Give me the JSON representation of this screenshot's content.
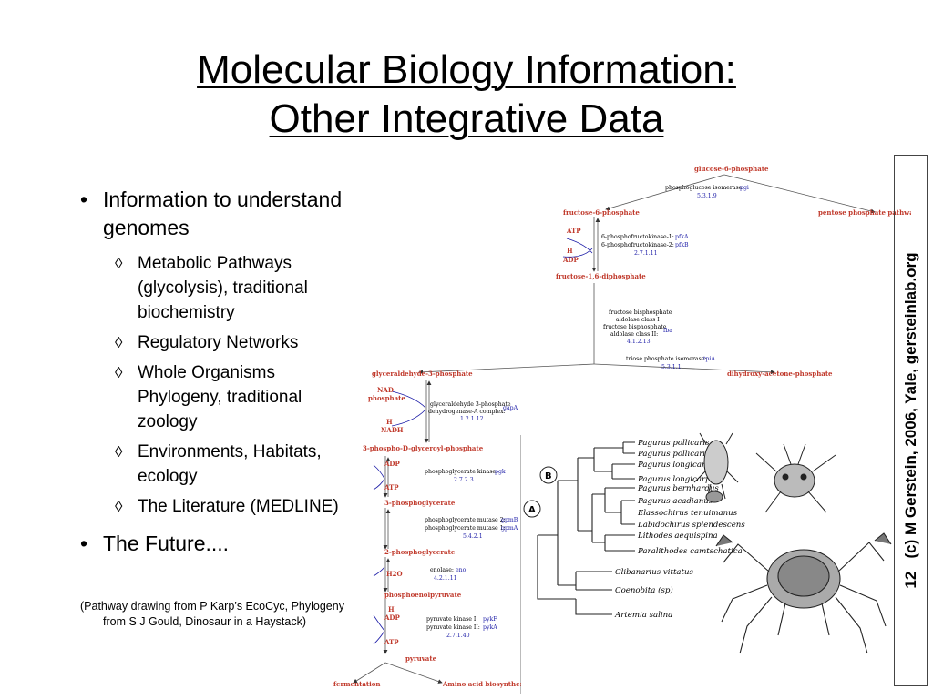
{
  "slide": {
    "title_line1": "Molecular Biology Information:",
    "title_line2": "Other Integrative Data",
    "bullets": [
      {
        "text": "Information to understand genomes"
      },
      {
        "text": "The Future...."
      }
    ],
    "sub_bullets": [
      "Metabolic Pathways (glycolysis), traditional biochemistry",
      "Regulatory Networks",
      "Whole Organisms Phylogeny, traditional zoology",
      "Environments, Habitats, ecology",
      "The Literature (MEDLINE)"
    ],
    "caption_line1": "(Pathway drawing from P Karp’s EcoCyc, Phylogeny",
    "caption_line2": "from S J Gould, Dinosaur in a Haystack)",
    "sidebar": "(c) M Gerstein, 2006, Yale, gersteinlab.org",
    "page_number": "12"
  },
  "pathway": {
    "molecules": {
      "g6p": "glucose-6-phosphate",
      "f6p": "fructose-6-phosphate",
      "ppp": "pentose phosphate pathway",
      "atp1": "ATP",
      "h1": "H",
      "adp1": "ADP",
      "fdp": "fructose-1,6-diphosphate",
      "g3p": "glyceraldehyde-3-phosphate",
      "dhap": "dihydroxy-acetone-phosphate",
      "nad": "NAD",
      "phosphate": "phosphate",
      "h2": "H",
      "nadh": "NADH",
      "bpg": "3-phospho-D-glyceroyl-phosphate",
      "adp2": "ADP",
      "atp2": "ATP",
      "pg3": "3-phosphoglycerate",
      "pg2": "2-phosphoglycerate",
      "h2o": "H2O",
      "pep": "phosphoenolpyruvate",
      "h3": "H",
      "adp3": "ADP",
      "atp3": "ATP",
      "pyruvate": "pyruvate",
      "fermentation": "fermentation",
      "aa": "Amino acid biosynthesis"
    },
    "enzymes": {
      "pgi": {
        "name": "phosphoglucose isomerase:",
        "gene": "pgi",
        "ec": "5.3.1.9"
      },
      "pfk1": {
        "name": "6-phosphofructokinase-1:",
        "gene": "pfkA"
      },
      "pfk2": {
        "name": "6-phosphofructokinase-2:",
        "gene": "pfkB",
        "ec": "2.7.1.11"
      },
      "fba_1": "fructose bisphosphate",
      "fba_2": "aldolase class I",
      "fba_3": "fructose bisphosphate",
      "fba_4": "aldolase class II:",
      "fba_gene": "fba",
      "fba_ec": "4.1.2.13",
      "tpi": {
        "name": "triose phosphate isomerase:",
        "gene": "tpiA",
        "ec": "5.3.1.1"
      },
      "gap_1": "glyceraldehyde 3-phosphate",
      "gap_2": "dehydrogenase-A complex:",
      "gap_gene": "gapA",
      "gap_ec": "1.2.1.12",
      "pgk": {
        "name": "phosphoglycerate kinase:",
        "gene": "pgk",
        "ec": "2.7.2.3"
      },
      "gpm2": {
        "name": "phosphoglycerate mutase 2:",
        "gene": "gpmB"
      },
      "gpm1": {
        "name": "phosphoglycerate mutase 1:",
        "gene": "gpmA",
        "ec": "5.4.2.1"
      },
      "eno": {
        "name": "enolase:",
        "gene": "eno",
        "ec": "4.2.1.11"
      },
      "pyk1": {
        "name": "pyruvate kinase I:",
        "gene": "pykF"
      },
      "pyk2": {
        "name": "pyruvate kinase II:",
        "gene": "pykA",
        "ec": "2.7.1.40"
      }
    }
  },
  "phylogeny": {
    "clade_labels": [
      "B",
      "A"
    ],
    "species": [
      "Pagurus pollicaris",
      "Pagurus pollicaris",
      "Pagurus longicarpus",
      "Pagurus longicarpus",
      "Pagurus bernhardus",
      "Pagurus acadianus",
      "Elassochirus tenuimanus",
      "Labidochirus splendescens",
      "Lithodes aequispina",
      "Paralithodes camtschatica",
      "Clibanarius vittatus",
      "Coenobita (sp)",
      "Artemia salina"
    ]
  }
}
